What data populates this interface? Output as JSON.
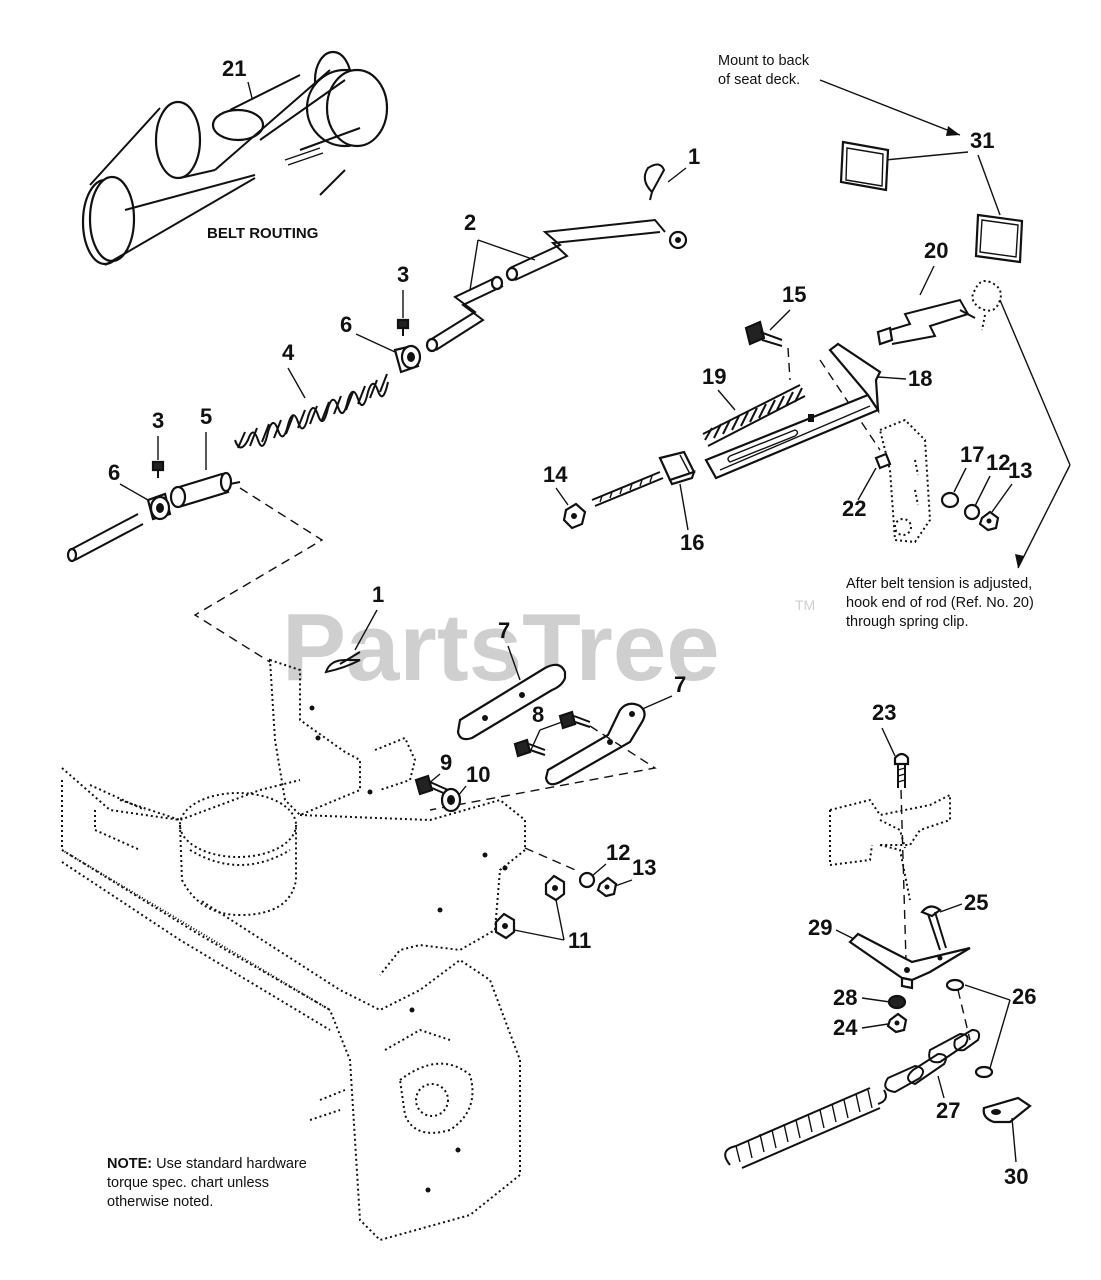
{
  "watermark": {
    "text": "PartsTree",
    "trademark": "TM"
  },
  "annotations": {
    "belt_routing": "BELT ROUTING",
    "mount_note": [
      "Mount to back",
      "of seat deck."
    ],
    "belt_tension_note": [
      "After belt tension is adjusted,",
      "hook end of rod (Ref. No. 20)",
      "through spring clip."
    ],
    "hardware_note_prefix": "NOTE:",
    "hardware_note": [
      " Use standard hardware",
      "torque spec. chart unless",
      "otherwise noted."
    ]
  },
  "callouts": {
    "c1a": "1",
    "c1b": "1",
    "c2": "2",
    "c3a": "3",
    "c3b": "3",
    "c4": "4",
    "c5": "5",
    "c6a": "6",
    "c6b": "6",
    "c7a": "7",
    "c7b": "7",
    "c8": "8",
    "c9": "9",
    "c10": "10",
    "c11": "11",
    "c12a": "12",
    "c12b": "12",
    "c13a": "13",
    "c13b": "13",
    "c14": "14",
    "c15": "15",
    "c16": "16",
    "c17": "17",
    "c18": "18",
    "c19": "19",
    "c20": "20",
    "c21": "21",
    "c22": "22",
    "c23": "23",
    "c24": "24",
    "c25": "25",
    "c26": "26",
    "c27": "27",
    "c28": "28",
    "c29": "29",
    "c30": "30",
    "c31": "31"
  }
}
